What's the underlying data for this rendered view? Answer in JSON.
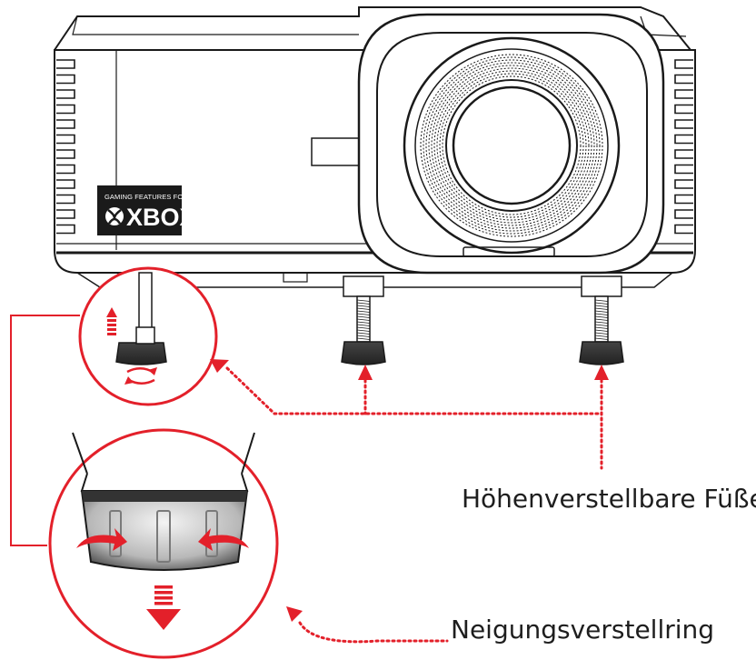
{
  "badge": {
    "small_text": "GAMING FEATURES FOR",
    "brand_text": "XBOX"
  },
  "callouts": {
    "feet_label": "Höhenverstellbare Füße",
    "ring_label": "Neigungsverstellring"
  },
  "colors": {
    "accent_red": "#e3202a",
    "line": "#1a1a1a",
    "badge_bg": "#1a1a1a"
  },
  "icons": [
    "xbox-logo-icon",
    "rotate-arrows-icon",
    "up-arrow-icon",
    "down-arrow-icon"
  ]
}
